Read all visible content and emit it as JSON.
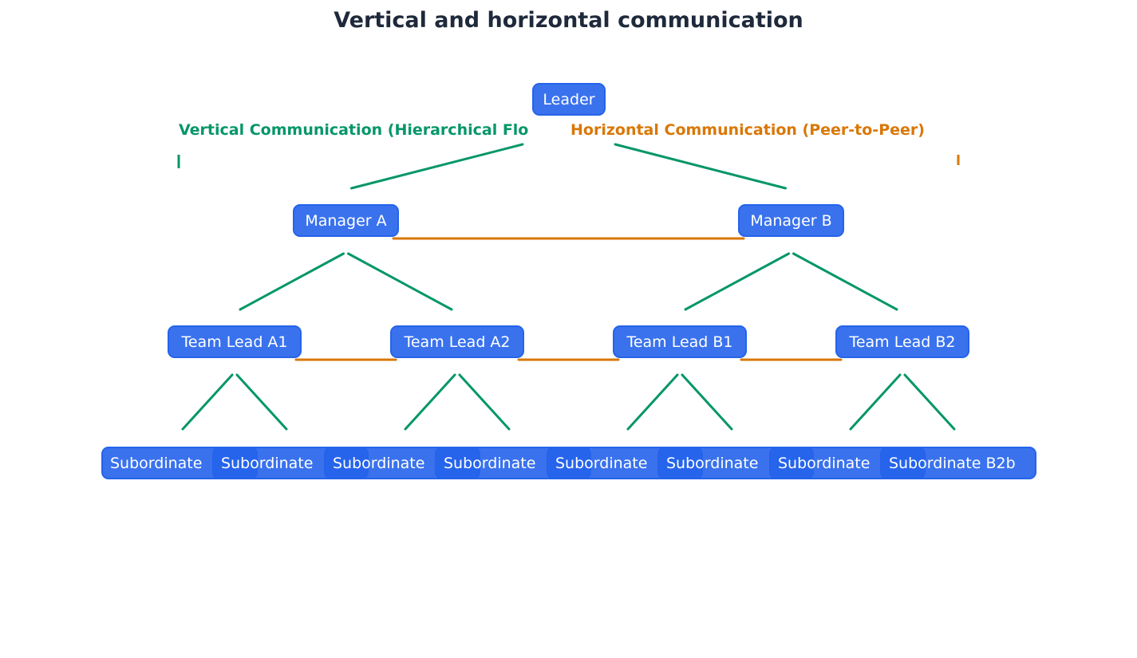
{
  "title": "Vertical and horizontal communication",
  "legend": {
    "vertical": {
      "label": "Vertical Communication (Hierarchical Flo",
      "color": "#059669"
    },
    "horizontal": {
      "label": "Horizontal Communication (Peer-to-Peer)",
      "color": "#d97706"
    }
  },
  "node_color": "#2563eb",
  "nodes": {
    "leader": "Leader",
    "manager_a": "Manager A",
    "manager_b": "Manager B",
    "team_lead_a1": "Team Lead A1",
    "team_lead_a2": "Team Lead A2",
    "team_lead_b1": "Team Lead B1",
    "team_lead_b2": "Team Lead B2",
    "sub_a1a": "Subordinate",
    "sub_a1b": "Subordinate",
    "sub_a2a": "Subordinate",
    "sub_a2b": "Subordinate",
    "sub_b1a": "Subordinate",
    "sub_b1b": "Subordinate",
    "sub_b2a": "Subordinate",
    "sub_b2b": "Subordinate B2b"
  },
  "vertical_links": [
    [
      "leader",
      "manager_a"
    ],
    [
      "leader",
      "manager_b"
    ],
    [
      "manager_a",
      "team_lead_a1"
    ],
    [
      "manager_a",
      "team_lead_a2"
    ],
    [
      "manager_b",
      "team_lead_b1"
    ],
    [
      "manager_b",
      "team_lead_b2"
    ],
    [
      "team_lead_a1",
      "sub_a1a"
    ],
    [
      "team_lead_a1",
      "sub_a1b"
    ],
    [
      "team_lead_a2",
      "sub_a2a"
    ],
    [
      "team_lead_a2",
      "sub_a2b"
    ],
    [
      "team_lead_b1",
      "sub_b1a"
    ],
    [
      "team_lead_b1",
      "sub_b1b"
    ],
    [
      "team_lead_b2",
      "sub_b2a"
    ],
    [
      "team_lead_b2",
      "sub_b2b"
    ]
  ],
  "horizontal_links": [
    [
      "manager_a",
      "manager_b"
    ],
    [
      "team_lead_a1",
      "team_lead_a2"
    ],
    [
      "team_lead_a2",
      "team_lead_b1"
    ],
    [
      "team_lead_b1",
      "team_lead_b2"
    ]
  ]
}
